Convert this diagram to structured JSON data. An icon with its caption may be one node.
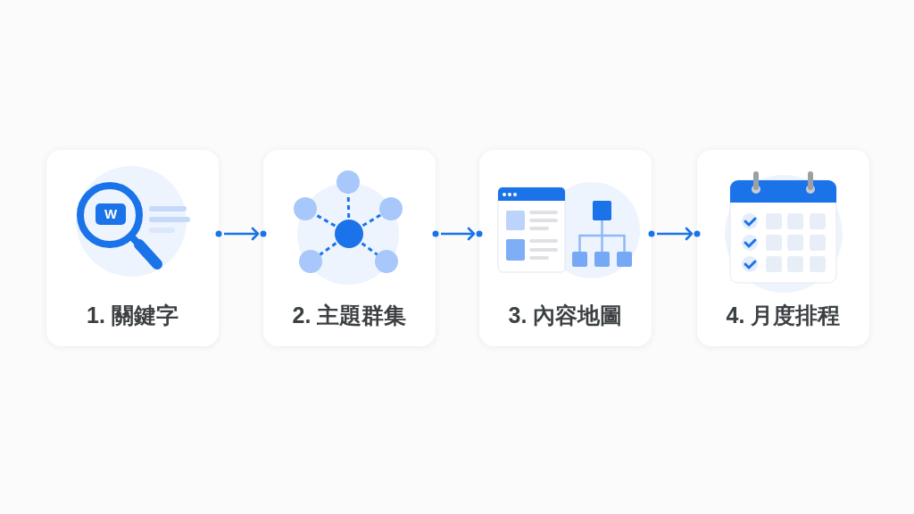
{
  "diagram": {
    "nodes": [
      {
        "text": [
          "1. 關鍵字"
        ]
      },
      {
        "text": [
          "2. 主題群集"
        ]
      },
      {
        "text": [
          "3. 內容地圖"
        ]
      },
      {
        "text": [
          "4. 月度排程"
        ]
      }
    ],
    "edges": [
      {
        "from": 0,
        "to": 1,
        "arrow": "to"
      },
      {
        "from": 1,
        "to": 2,
        "arrow": "to"
      },
      {
        "from": 2,
        "to": 3,
        "arrow": "to"
      }
    ],
    "labels": [
      "W"
    ]
  }
}
